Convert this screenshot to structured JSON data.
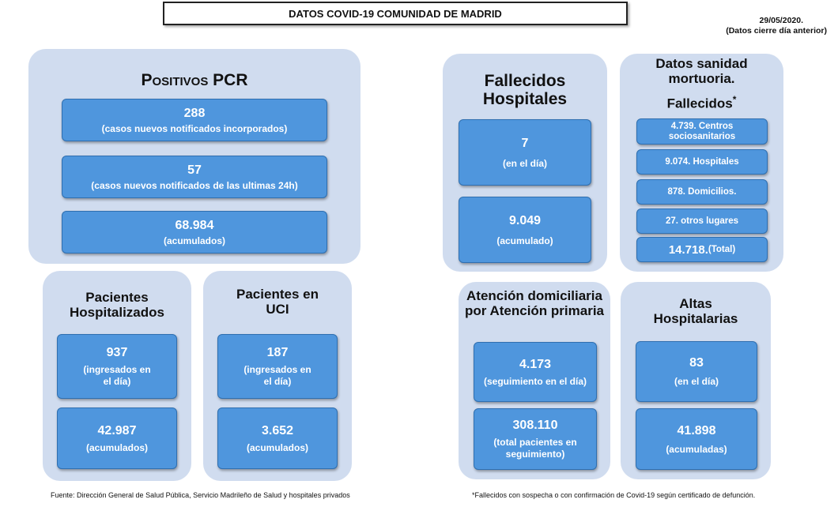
{
  "header": {
    "title": "DATOS COVID-19 COMUNIDAD DE MADRID",
    "date": "29/05/2020.",
    "date_note": "(Datos cierre día anterior)"
  },
  "positivos_pcr": {
    "title": "Positivos PCR",
    "cards": [
      {
        "value": "288",
        "desc": "(casos nuevos notificados incorporados)"
      },
      {
        "value": "57",
        "desc": "(casos nuevos notificados de las ultimas 24h)"
      },
      {
        "value": "68.984",
        "desc": "(acumulados)"
      }
    ]
  },
  "hospitalizados": {
    "title": "Pacientes Hospitalizados",
    "cards": [
      {
        "value": "937",
        "desc": "(ingresados en el día)"
      },
      {
        "value": "42.987",
        "desc": "(acumulados)"
      }
    ]
  },
  "uci": {
    "title": "Pacientes en UCI",
    "cards": [
      {
        "value": "187",
        "desc": "(ingresados en el día)"
      },
      {
        "value": "3.652",
        "desc": "(acumulados)"
      }
    ]
  },
  "fallecidos_hospitales": {
    "title": "Fallecidos Hospitales",
    "cards": [
      {
        "value": "7",
        "desc": "(en el día)"
      },
      {
        "value": "9.049",
        "desc": "(acumulado)"
      }
    ]
  },
  "mortuoria": {
    "title": "Datos sanidad mortuoria.",
    "subtitle": "Fallecidos",
    "asterisk": "*",
    "items": [
      "4.739. Centros sociosanitarios",
      "9.074. Hospitales",
      "878. Domicilios.",
      "27. otros lugares"
    ],
    "total_value": "14.718.",
    "total_label": "(Total)"
  },
  "atencion_domiciliaria": {
    "title": "Atención domiciliaria por Atención primaria",
    "cards": [
      {
        "value": "4.173",
        "desc": "(seguimiento en el día)"
      },
      {
        "value": "308.110",
        "desc": "(total pacientes en seguimiento)"
      }
    ]
  },
  "altas": {
    "title": "Altas Hospitalarias",
    "cards": [
      {
        "value": "83",
        "desc": "(en el día)"
      },
      {
        "value": "41.898",
        "desc": "(acumuladas)"
      }
    ]
  },
  "footer": {
    "source": "Fuente: Dirección General de Salud Pública, Servicio Madrileño de Salud y hospitales privados",
    "note": "*Fallecidos con sospecha o con confirmación de Covid-19 según certificado de defunción."
  }
}
